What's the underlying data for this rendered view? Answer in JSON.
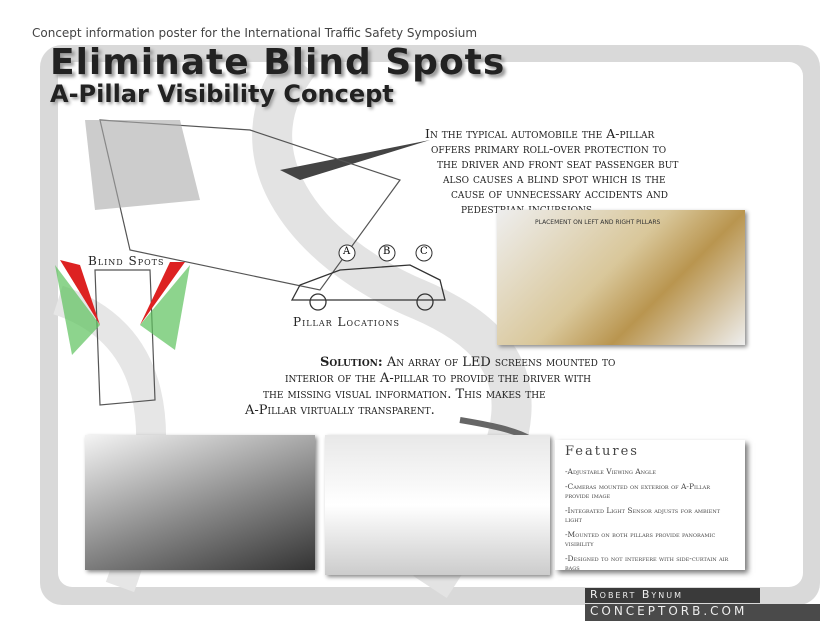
{
  "caption": "Concept information poster for the International Traffic Safety Symposium",
  "title": "Eliminate Blind Spots",
  "subtitle": "A-Pillar Visibility Concept",
  "intro": [
    "In the typical automobile the A-pillar",
    "offers primary roll-over protection to",
    "the driver and front seat passenger but",
    "also causes a blind spot which is the",
    "cause of unnecessary accidents and",
    "pedestrian incursions."
  ],
  "photo_label": "PLACEMENT ON LEFT AND RIGHT PILLARS",
  "blind_spots_label": "Blind Spots",
  "pillar_locations_label": "Pillar Locations",
  "pillar_letters": [
    "A",
    "B",
    "C"
  ],
  "solution": {
    "lead": "Solution:",
    "lines": [
      "An array of LED screens mounted to",
      "interior of the A-pillar to provide the driver with",
      "the missing visual information.  This makes the",
      "A-Pillar virtually transparent."
    ]
  },
  "features": {
    "heading": "Features",
    "items": [
      "-Adjustable Viewing Angle",
      "-Cameras mounted on exterior of A-Pillar provide image",
      "-Integrated Light Sensor adjusts for ambient light",
      "-Mounted on both pillars provide panoramic visibility",
      "-Designed to not interfere with side-curtain air bags"
    ]
  },
  "footer": {
    "author": "Robert Bynum",
    "site": "conceptorb.com"
  }
}
